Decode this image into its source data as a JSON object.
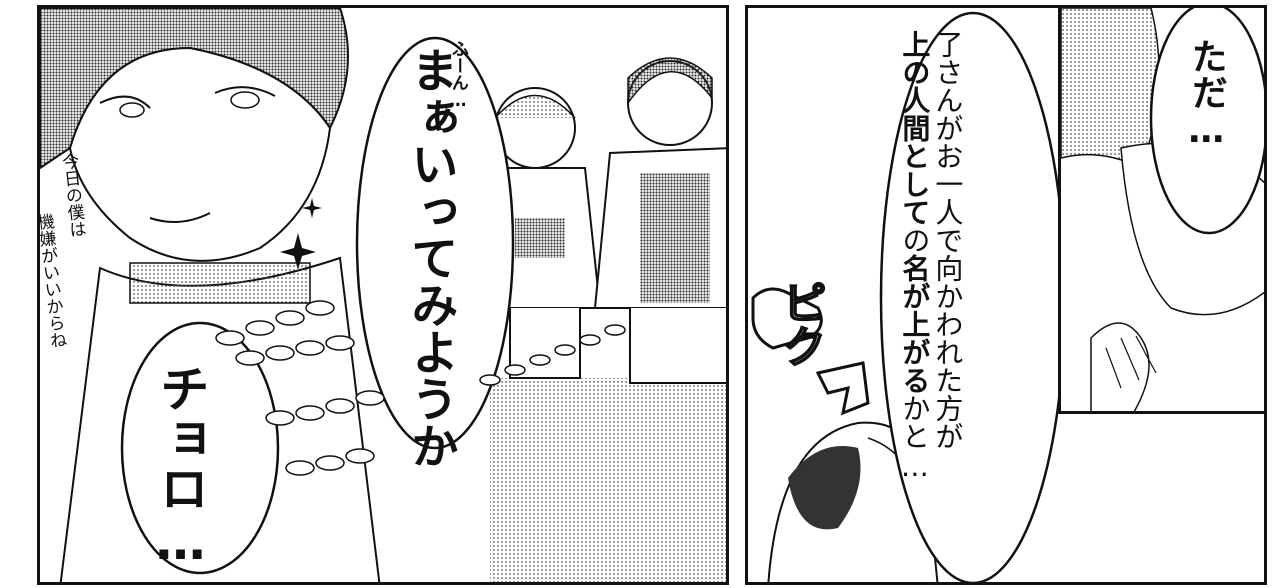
{
  "left_panel": {
    "sfx_small": "ふーん…",
    "bubble_main": "まぁいってみようか",
    "bubble_lower": "チョロ…",
    "margin_note": [
      "今日の僕は",
      "機嫌がいいからね"
    ]
  },
  "right_panel": {
    "sfx": "ピク",
    "bubble_long": {
      "line1": "了さんがお一人で向かわれた方が",
      "line2_a": "上の人間として",
      "line2_b": "の",
      "line2_c": "名が上がる",
      "line2_d": "かと…"
    }
  },
  "inset_panel": {
    "bubble": "ただ…"
  }
}
